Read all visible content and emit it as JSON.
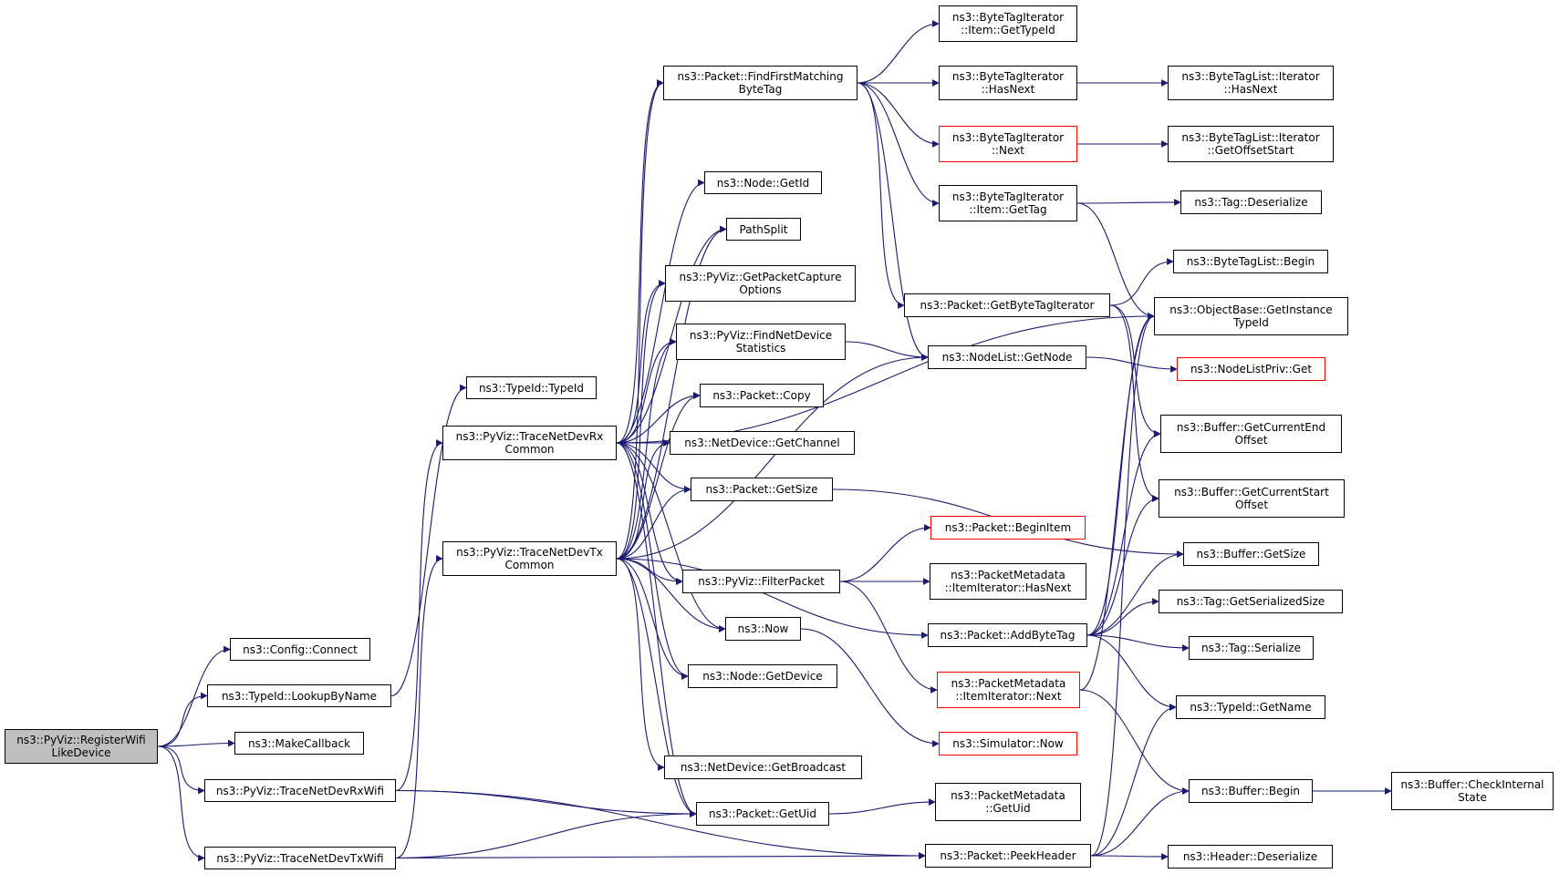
{
  "diagram": {
    "edge_color": "#191970",
    "root_fill": "#bfbfbf",
    "truncated_border": "#ff0000",
    "nodes": [
      {
        "id": "registerWifi",
        "label": "ns3::PyViz::RegisterWifi\nLikeDevice",
        "style": "root"
      },
      {
        "id": "configConnect",
        "label": "ns3::Config::Connect",
        "style": "normal"
      },
      {
        "id": "lookupByName",
        "label": "ns3::TypeId::LookupByName",
        "style": "normal"
      },
      {
        "id": "makeCallback",
        "label": "ns3::MakeCallback",
        "style": "normal"
      },
      {
        "id": "traceRxWifi",
        "label": "ns3::PyViz::TraceNetDevRxWifi",
        "style": "normal"
      },
      {
        "id": "traceTxWifi",
        "label": "ns3::PyViz::TraceNetDevTxWifi",
        "style": "normal"
      },
      {
        "id": "typeIdTypeId",
        "label": "ns3::TypeId::TypeId",
        "style": "normal"
      },
      {
        "id": "traceRxCommon",
        "label": "ns3::PyViz::TraceNetDevRx\nCommon",
        "style": "normal"
      },
      {
        "id": "traceTxCommon",
        "label": "ns3::PyViz::TraceNetDevTx\nCommon",
        "style": "normal"
      },
      {
        "id": "findFirstMatching",
        "label": "ns3::Packet::FindFirstMatching\nByteTag",
        "style": "normal"
      },
      {
        "id": "nodeGetId",
        "label": "ns3::Node::GetId",
        "style": "normal"
      },
      {
        "id": "pathSplit",
        "label": "PathSplit",
        "style": "normal"
      },
      {
        "id": "getPacketCapture",
        "label": "ns3::PyViz::GetPacketCapture\nOptions",
        "style": "normal"
      },
      {
        "id": "findNetDevStats",
        "label": "ns3::PyViz::FindNetDevice\nStatistics",
        "style": "normal"
      },
      {
        "id": "packetCopy",
        "label": "ns3::Packet::Copy",
        "style": "normal"
      },
      {
        "id": "netDevGetChannel",
        "label": "ns3::NetDevice::GetChannel",
        "style": "normal"
      },
      {
        "id": "packetGetSize",
        "label": "ns3::Packet::GetSize",
        "style": "normal"
      },
      {
        "id": "filterPacket",
        "label": "ns3::PyViz::FilterPacket",
        "style": "normal"
      },
      {
        "id": "ns3Now",
        "label": "ns3::Now",
        "style": "normal"
      },
      {
        "id": "nodeGetDevice",
        "label": "ns3::Node::GetDevice",
        "style": "normal"
      },
      {
        "id": "netDevGetBroadcast",
        "label": "ns3::NetDevice::GetBroadcast",
        "style": "normal"
      },
      {
        "id": "packetGetUid",
        "label": "ns3::Packet::GetUid",
        "style": "normal"
      },
      {
        "id": "btiItemGetTypeId",
        "label": "ns3::ByteTagIterator\n::Item::GetTypeId",
        "style": "normal"
      },
      {
        "id": "btiHasNext",
        "label": "ns3::ByteTagIterator\n::HasNext",
        "style": "normal"
      },
      {
        "id": "btiNext",
        "label": "ns3::ByteTagIterator\n::Next",
        "style": "red"
      },
      {
        "id": "btiItemGetTag",
        "label": "ns3::ByteTagIterator\n::Item::GetTag",
        "style": "normal"
      },
      {
        "id": "getByteTagIterator",
        "label": "ns3::Packet::GetByteTagIterator",
        "style": "normal"
      },
      {
        "id": "nodeListGetNode",
        "label": "ns3::NodeList::GetNode",
        "style": "normal"
      },
      {
        "id": "packetBeginItem",
        "label": "ns3::Packet::BeginItem",
        "style": "red"
      },
      {
        "id": "pmItemIterHasNext",
        "label": "ns3::PacketMetadata\n::ItemIterator::HasNext",
        "style": "normal"
      },
      {
        "id": "addByteTag",
        "label": "ns3::Packet::AddByteTag",
        "style": "normal"
      },
      {
        "id": "pmItemIterNext",
        "label": "ns3::PacketMetadata\n::ItemIterator::Next",
        "style": "red"
      },
      {
        "id": "simulatorNow",
        "label": "ns3::Simulator::Now",
        "style": "red"
      },
      {
        "id": "pmGetUid",
        "label": "ns3::PacketMetadata\n::GetUid",
        "style": "normal"
      },
      {
        "id": "peekHeader",
        "label": "ns3::Packet::PeekHeader",
        "style": "normal"
      },
      {
        "id": "btlIterHasNext",
        "label": "ns3::ByteTagList::Iterator\n::HasNext",
        "style": "normal"
      },
      {
        "id": "btlIterGetOffsetStart",
        "label": "ns3::ByteTagList::Iterator\n::GetOffsetStart",
        "style": "normal"
      },
      {
        "id": "tagDeserialize",
        "label": "ns3::Tag::Deserialize",
        "style": "normal"
      },
      {
        "id": "btlBegin",
        "label": "ns3::ByteTagList::Begin",
        "style": "normal"
      },
      {
        "id": "objBaseGetInstanceTypeId",
        "label": "ns3::ObjectBase::GetInstance\nTypeId",
        "style": "normal"
      },
      {
        "id": "nodeListPrivGet",
        "label": "ns3::NodeListPriv::Get",
        "style": "red"
      },
      {
        "id": "bufGetCurrentEndOffset",
        "label": "ns3::Buffer::GetCurrentEnd\nOffset",
        "style": "normal"
      },
      {
        "id": "bufGetCurrentStartOffset",
        "label": "ns3::Buffer::GetCurrentStart\nOffset",
        "style": "normal"
      },
      {
        "id": "bufGetSize",
        "label": "ns3::Buffer::GetSize",
        "style": "normal"
      },
      {
        "id": "tagGetSerializedSize",
        "label": "ns3::Tag::GetSerializedSize",
        "style": "normal"
      },
      {
        "id": "tagSerialize",
        "label": "ns3::Tag::Serialize",
        "style": "normal"
      },
      {
        "id": "typeIdGetName",
        "label": "ns3::TypeId::GetName",
        "style": "normal"
      },
      {
        "id": "bufBegin",
        "label": "ns3::Buffer::Begin",
        "style": "normal"
      },
      {
        "id": "headerDeserialize",
        "label": "ns3::Header::Deserialize",
        "style": "normal"
      },
      {
        "id": "bufCheckInternalState",
        "label": "ns3::Buffer::CheckInternal\nState",
        "style": "normal"
      }
    ],
    "edges": [
      [
        "registerWifi",
        "configConnect"
      ],
      [
        "registerWifi",
        "lookupByName"
      ],
      [
        "registerWifi",
        "makeCallback"
      ],
      [
        "registerWifi",
        "traceRxWifi"
      ],
      [
        "registerWifi",
        "traceTxWifi"
      ],
      [
        "lookupByName",
        "typeIdTypeId"
      ],
      [
        "traceRxWifi",
        "traceRxCommon"
      ],
      [
        "traceRxWifi",
        "packetGetUid"
      ],
      [
        "traceRxWifi",
        "peekHeader"
      ],
      [
        "traceTxWifi",
        "traceTxCommon"
      ],
      [
        "traceTxWifi",
        "packetGetUid"
      ],
      [
        "traceTxWifi",
        "peekHeader"
      ],
      [
        "traceRxCommon",
        "findFirstMatching"
      ],
      [
        "traceRxCommon",
        "nodeGetId"
      ],
      [
        "traceRxCommon",
        "pathSplit"
      ],
      [
        "traceRxCommon",
        "getPacketCapture"
      ],
      [
        "traceRxCommon",
        "findNetDevStats"
      ],
      [
        "traceRxCommon",
        "packetCopy"
      ],
      [
        "traceRxCommon",
        "netDevGetChannel"
      ],
      [
        "traceRxCommon",
        "packetGetSize"
      ],
      [
        "traceRxCommon",
        "filterPacket"
      ],
      [
        "traceRxCommon",
        "ns3Now"
      ],
      [
        "traceRxCommon",
        "nodeGetDevice"
      ],
      [
        "traceRxCommon",
        "packetGetUid"
      ],
      [
        "traceRxCommon",
        "objBaseGetInstanceTypeId"
      ],
      [
        "traceTxCommon",
        "findFirstMatching"
      ],
      [
        "traceTxCommon",
        "pathSplit"
      ],
      [
        "traceTxCommon",
        "getPacketCapture"
      ],
      [
        "traceTxCommon",
        "findNetDevStats"
      ],
      [
        "traceTxCommon",
        "packetCopy"
      ],
      [
        "traceTxCommon",
        "netDevGetChannel"
      ],
      [
        "traceTxCommon",
        "packetGetSize"
      ],
      [
        "traceTxCommon",
        "filterPacket"
      ],
      [
        "traceTxCommon",
        "ns3Now"
      ],
      [
        "traceTxCommon",
        "nodeGetDevice"
      ],
      [
        "traceTxCommon",
        "netDevGetBroadcast"
      ],
      [
        "traceTxCommon",
        "packetGetUid"
      ],
      [
        "traceTxCommon",
        "nodeListGetNode"
      ],
      [
        "traceTxCommon",
        "addByteTag"
      ],
      [
        "findFirstMatching",
        "btiItemGetTypeId"
      ],
      [
        "findFirstMatching",
        "btiHasNext"
      ],
      [
        "findFirstMatching",
        "btiNext"
      ],
      [
        "findFirstMatching",
        "btiItemGetTag"
      ],
      [
        "findFirstMatching",
        "getByteTagIterator"
      ],
      [
        "findFirstMatching",
        "nodeListGetNode"
      ],
      [
        "btiHasNext",
        "btlIterHasNext"
      ],
      [
        "btiNext",
        "btlIterGetOffsetStart"
      ],
      [
        "btiItemGetTag",
        "tagDeserialize"
      ],
      [
        "btiItemGetTag",
        "objBaseGetInstanceTypeId"
      ],
      [
        "getByteTagIterator",
        "btlBegin"
      ],
      [
        "getByteTagIterator",
        "bufGetCurrentEndOffset"
      ],
      [
        "getByteTagIterator",
        "bufGetCurrentStartOffset"
      ],
      [
        "findNetDevStats",
        "nodeListGetNode"
      ],
      [
        "nodeListGetNode",
        "nodeListPrivGet"
      ],
      [
        "packetGetSize",
        "bufGetSize"
      ],
      [
        "filterPacket",
        "packetBeginItem"
      ],
      [
        "filterPacket",
        "pmItemIterHasNext"
      ],
      [
        "filterPacket",
        "pmItemIterNext"
      ],
      [
        "ns3Now",
        "simulatorNow"
      ],
      [
        "addByteTag",
        "objBaseGetInstanceTypeId"
      ],
      [
        "addByteTag",
        "bufGetCurrentEndOffset"
      ],
      [
        "addByteTag",
        "bufGetCurrentStartOffset"
      ],
      [
        "addByteTag",
        "bufGetSize"
      ],
      [
        "addByteTag",
        "tagGetSerializedSize"
      ],
      [
        "addByteTag",
        "tagSerialize"
      ],
      [
        "addByteTag",
        "typeIdGetName"
      ],
      [
        "pmItemIterNext",
        "bufBegin"
      ],
      [
        "pmItemIterNext",
        "objBaseGetInstanceTypeId"
      ],
      [
        "packetGetUid",
        "pmGetUid"
      ],
      [
        "peekHeader",
        "bufBegin"
      ],
      [
        "peekHeader",
        "headerDeserialize"
      ],
      [
        "peekHeader",
        "typeIdGetName"
      ],
      [
        "peekHeader",
        "objBaseGetInstanceTypeId"
      ],
      [
        "bufBegin",
        "bufCheckInternalState"
      ]
    ]
  }
}
